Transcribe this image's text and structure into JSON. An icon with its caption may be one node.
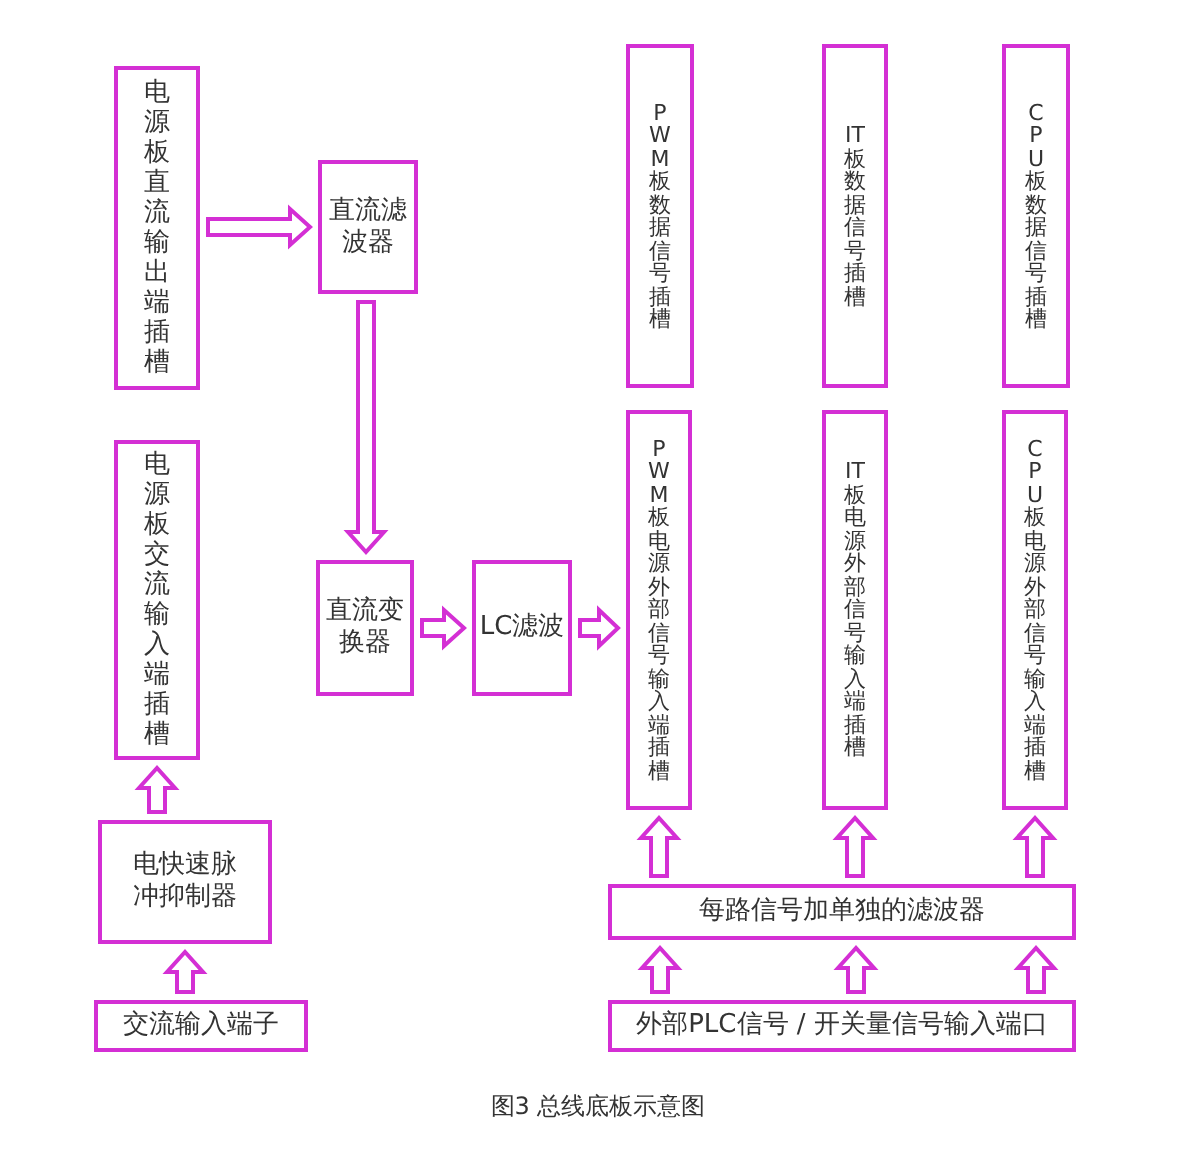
{
  "diagram": {
    "caption": "图3 总线底板示意图",
    "nodes": [
      {
        "text": [
          "电源板直流输出端插槽"
        ]
      },
      {
        "text": [
          "直流滤波器"
        ]
      },
      {
        "text": [
          "电源板交流输入端插槽"
        ]
      },
      {
        "text": [
          "直流变换器"
        ]
      },
      {
        "text": [
          "LC滤波"
        ]
      },
      {
        "text": [
          "PWM板数据信号插槽"
        ]
      },
      {
        "text": [
          "IT板数据信号插槽"
        ]
      },
      {
        "text": [
          "CPU板数据信号插槽"
        ]
      },
      {
        "text": [
          "PWM板电源外部信号输入端插槽"
        ]
      },
      {
        "text": [
          "IT板电源外部信号输入端插槽"
        ]
      },
      {
        "text": [
          "CPU板电源外部信号输入端插槽"
        ]
      },
      {
        "text": [
          "电快速脉冲抑制器"
        ]
      },
      {
        "text": [
          "每路信号加单独的滤波器"
        ]
      },
      {
        "text": [
          "交流输入端子"
        ]
      },
      {
        "text": [
          "外部PLC信号 / 开关量信号输入端口"
        ]
      }
    ],
    "edges": [
      {
        "from": 0,
        "to": 1,
        "arrow": "to"
      },
      {
        "from": 1,
        "to": 3,
        "arrow": "to"
      },
      {
        "from": 3,
        "to": 4,
        "arrow": "to"
      },
      {
        "from": 4,
        "to": 8,
        "arrow": "to"
      },
      {
        "from": 13,
        "to": 11,
        "arrow": "to"
      },
      {
        "from": 11,
        "to": 2,
        "arrow": "to"
      },
      {
        "from": 14,
        "to": 12,
        "arrow": "to"
      },
      {
        "from": 14,
        "to": 12,
        "arrow": "to"
      },
      {
        "from": 14,
        "to": 12,
        "arrow": "to"
      },
      {
        "from": 12,
        "to": 8,
        "arrow": "to"
      },
      {
        "from": 12,
        "to": 9,
        "arrow": "to"
      },
      {
        "from": 12,
        "to": 10,
        "arrow": "to"
      }
    ]
  }
}
